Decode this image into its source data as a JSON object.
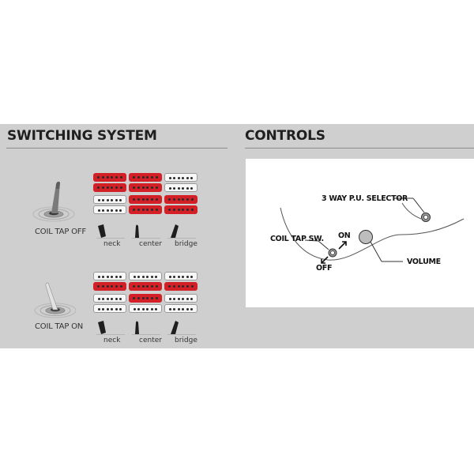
{
  "switching": {
    "title": "SWITCHING SYSTEM",
    "rows": [
      {
        "label": "COIL TAP OFF",
        "positions": [
          "neck",
          "center",
          "bridge"
        ],
        "pickups": [
          [
            "red",
            "red",
            "white"
          ],
          [
            "white",
            "red",
            "red"
          ]
        ]
      },
      {
        "label": "COIL TAP ON",
        "positions": [
          "neck",
          "center",
          "bridge"
        ],
        "pickups": [
          [
            "white",
            "white",
            "white"
          ],
          [
            "white",
            "red",
            "white"
          ]
        ]
      }
    ]
  },
  "controls": {
    "title": "CONTROLS",
    "labels": {
      "selector": "3 WAY P.U. SELECTOR",
      "coil_tap": "COIL TAP SW.",
      "on": "ON",
      "off": "OFF",
      "volume": "VOLUME"
    }
  },
  "colors": {
    "panel": "#cfcfcf",
    "pickup_red": "#d32027",
    "pickup_white": "#f7f7f7",
    "heading": "#1f1f1f"
  }
}
